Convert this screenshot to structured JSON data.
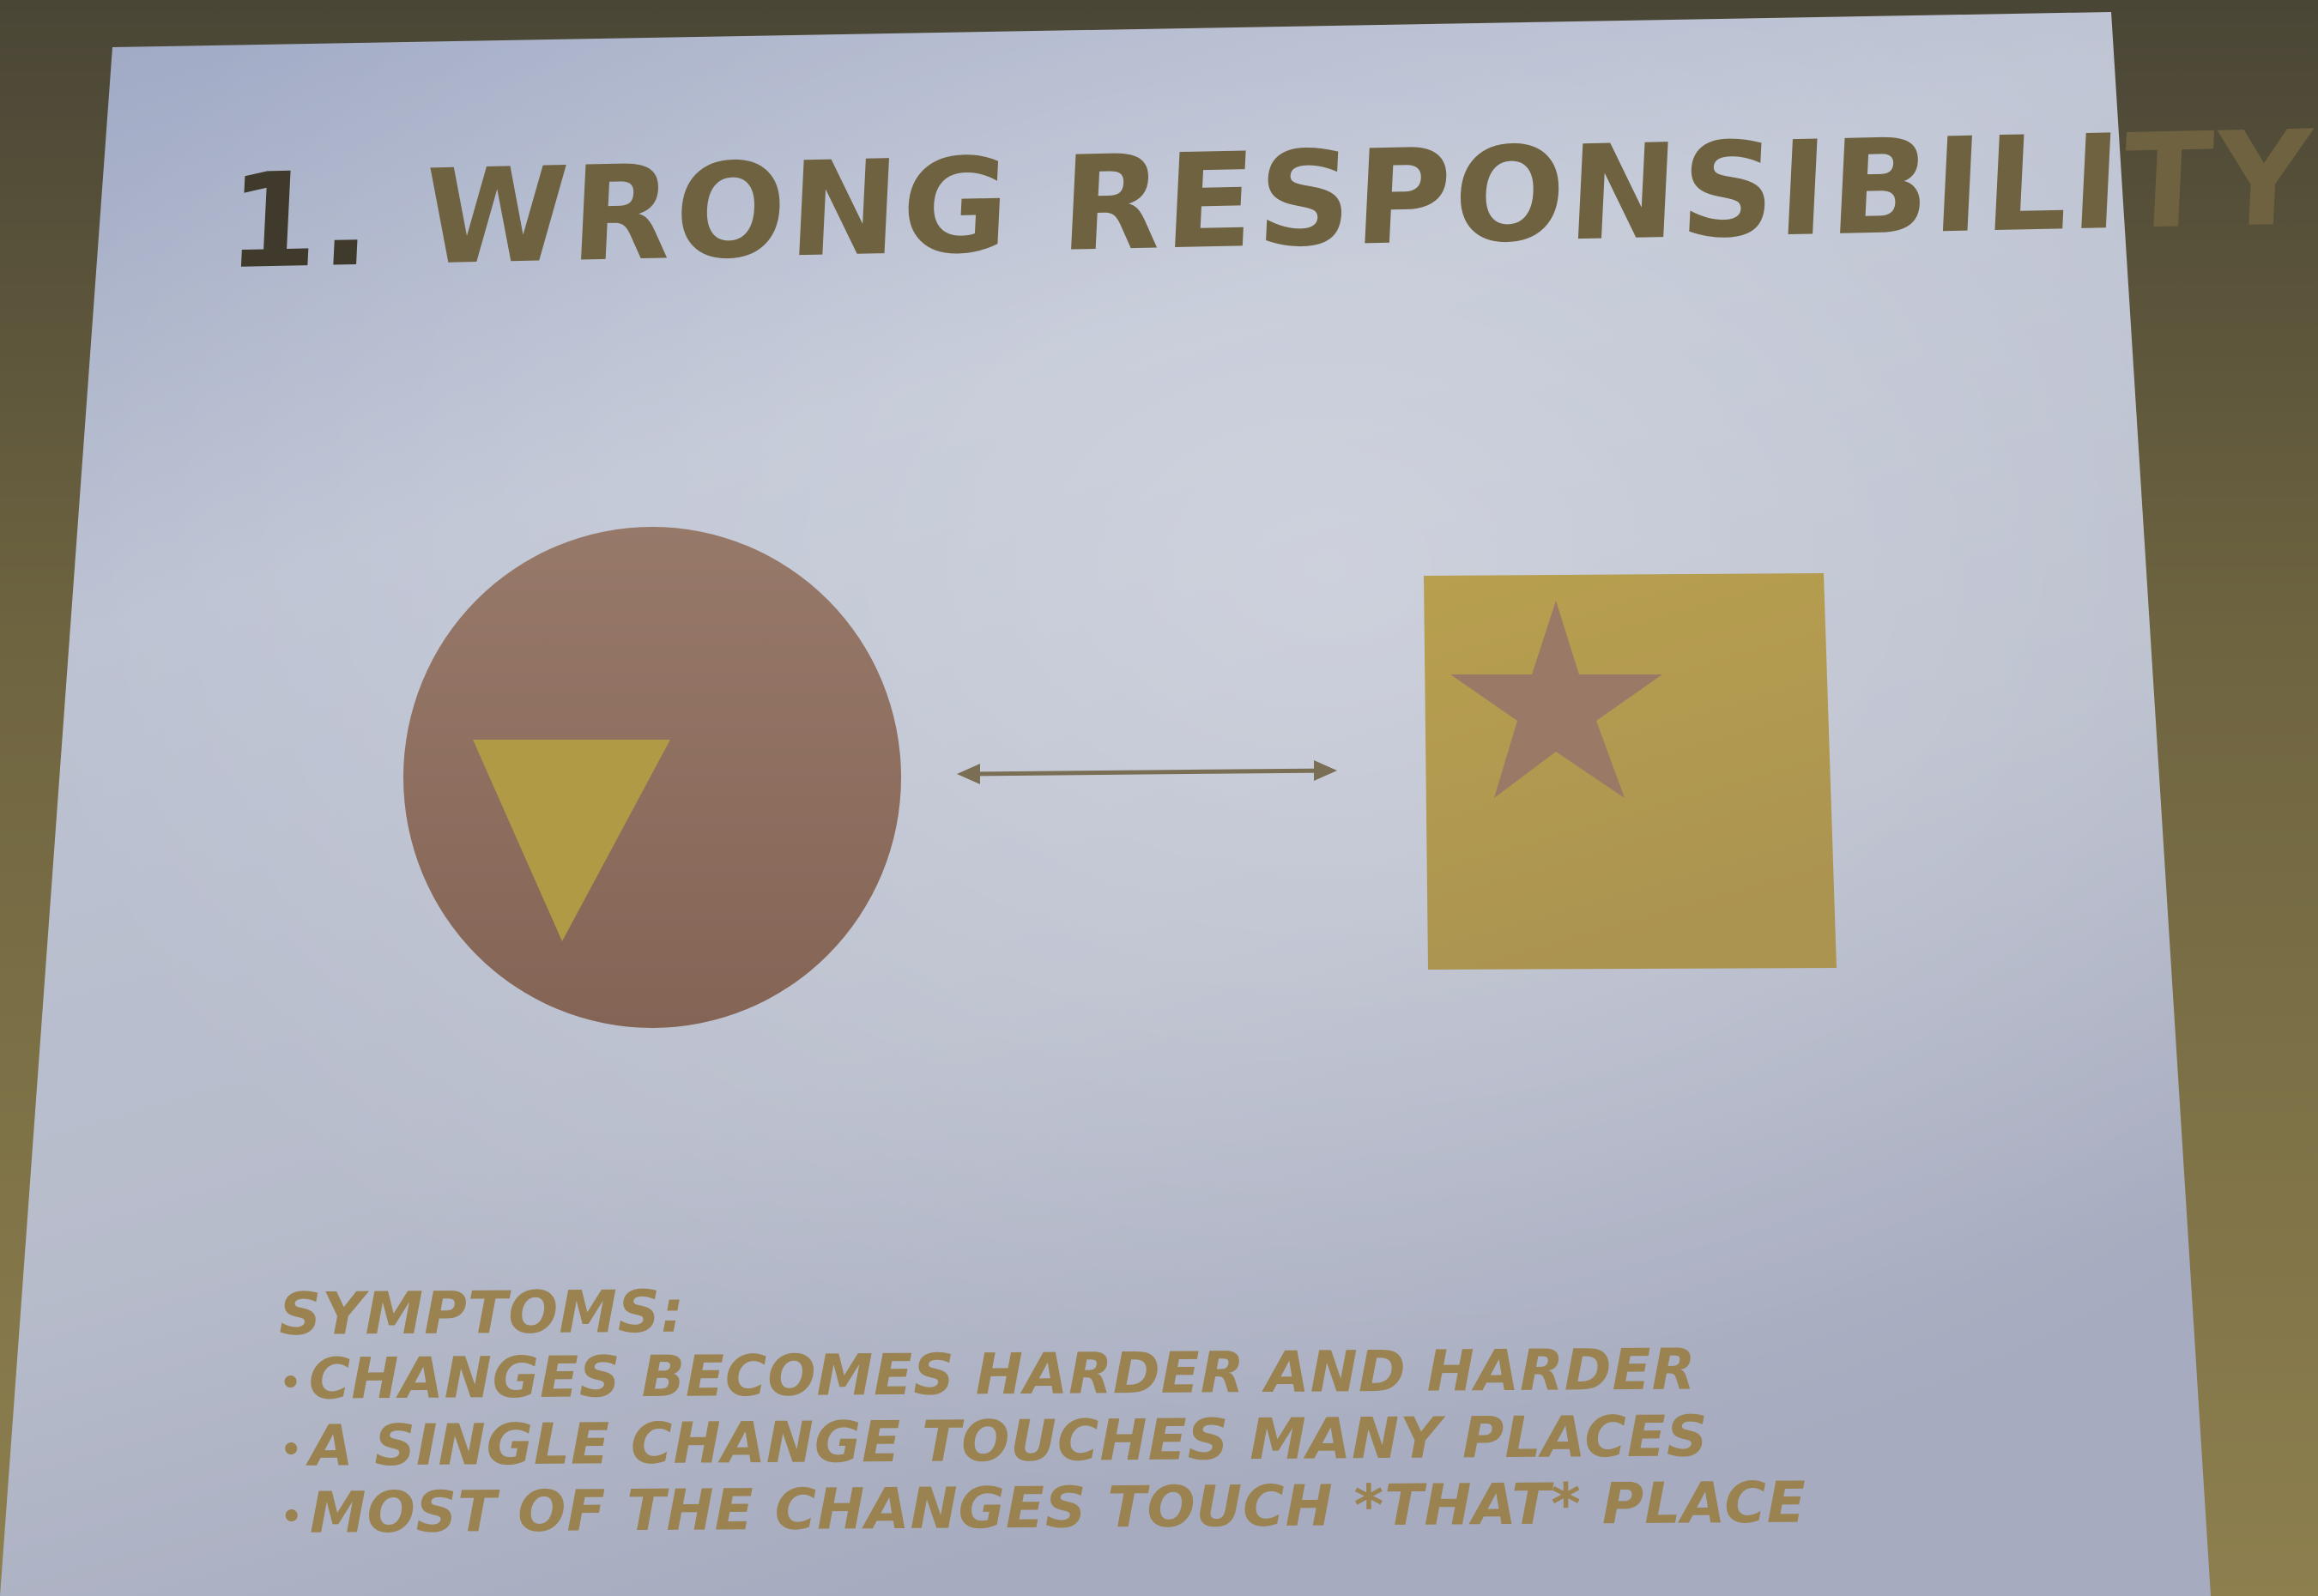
{
  "slide": {
    "title": "1. WRONG RESPONSIBILITY",
    "title_number": "1.",
    "title_text": "WRONG RESPONSIBILITY",
    "symptoms_heading": "SYMPTOMS:",
    "bullet_glyph": "•",
    "symptoms": [
      "CHANGES BECOMES HARDER AND HARDER",
      "A SINGLE CHANGE TOUCHES MANY PLACES",
      "MOST OF THE CHANGES TOUCH *THAT* PLACE"
    ]
  },
  "colors": {
    "circle": "#8c6c5c",
    "square": "#b29a4e",
    "triangle": "#b09a45",
    "star": "#9a7a66",
    "arrow": "#7a6e55",
    "text": "#9a8350",
    "title_dark": "#3f3a2b"
  },
  "icons": {
    "shape_left": "circle-with-downward-triangle",
    "shape_right": "square-with-star",
    "connector": "double-headed-arrow"
  }
}
